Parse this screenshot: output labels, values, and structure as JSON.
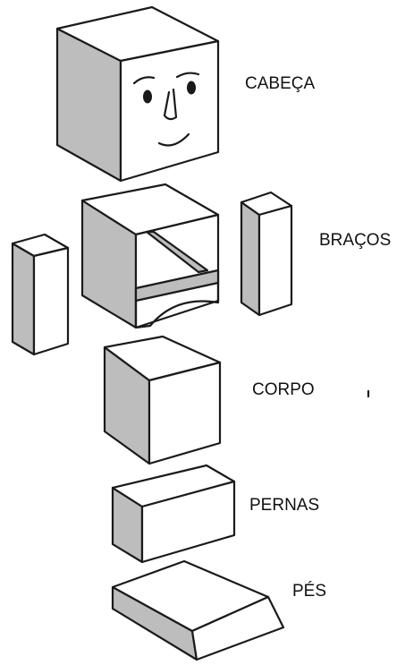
{
  "labels": {
    "head": "CABEÇA",
    "arms": "BRAÇOS",
    "body": "CORPO",
    "legs": "PERNAS",
    "feet": "PÉS"
  },
  "colors": {
    "outline": "#1a1a1a",
    "shade": "#bdbdbd",
    "face": "#ffffff"
  }
}
